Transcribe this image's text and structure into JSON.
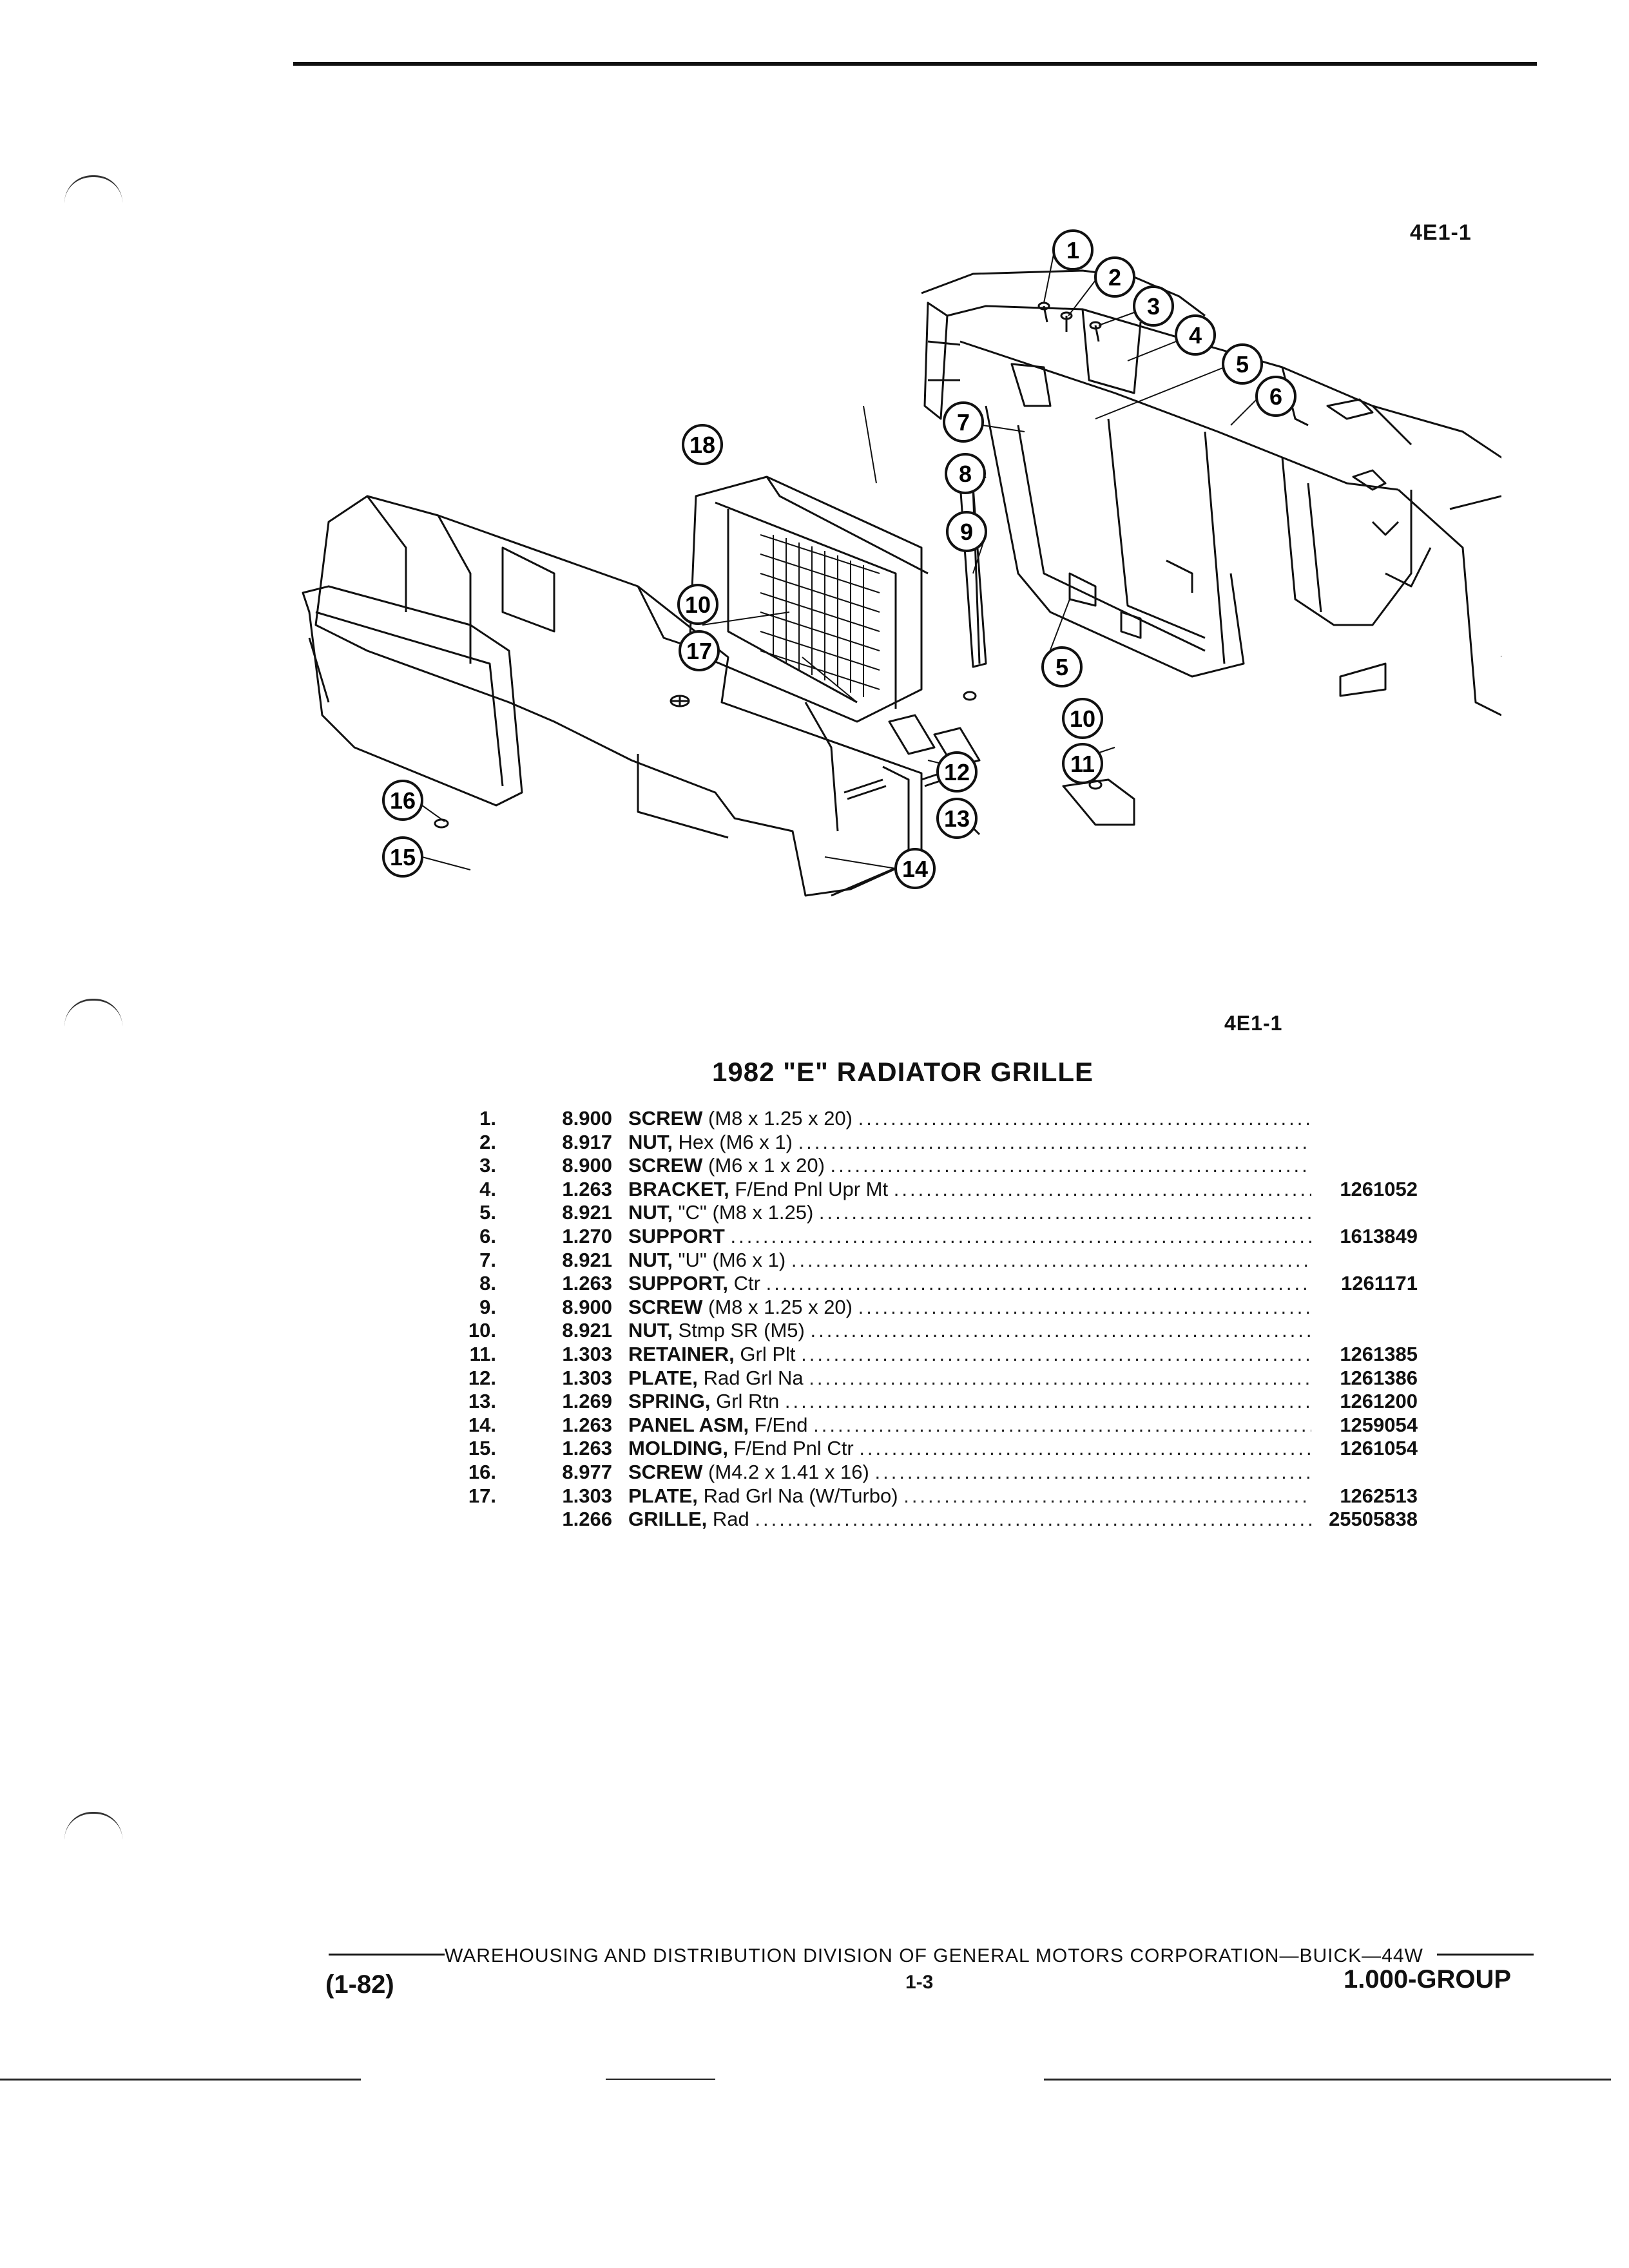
{
  "figure_ref_top": "4E1-1",
  "figure_ref_mid": "4E1-1",
  "title": "1982 \"E\" RADIATOR GRILLE",
  "callouts": [
    "1",
    "2",
    "3",
    "4",
    "5",
    "6",
    "7",
    "8",
    "9",
    "10",
    "5",
    "10",
    "11",
    "12",
    "13",
    "14",
    "15",
    "16",
    "17",
    "18"
  ],
  "parts": [
    {
      "num": "1.",
      "group": "8.900",
      "name": "SCREW",
      "desc": "(M8 x 1.25 x 20)",
      "part": ""
    },
    {
      "num": "2.",
      "group": "8.917",
      "name": "NUT,",
      "desc": "Hex (M6 x 1)",
      "part": ""
    },
    {
      "num": "3.",
      "group": "8.900",
      "name": "SCREW",
      "desc": "(M6 x 1 x 20)",
      "part": ""
    },
    {
      "num": "4.",
      "group": "1.263",
      "name": "BRACKET,",
      "desc": "F/End Pnl Upr Mt",
      "part": "1261052"
    },
    {
      "num": "5.",
      "group": "8.921",
      "name": "NUT,",
      "desc": "\"C\" (M8 x 1.25)",
      "part": ""
    },
    {
      "num": "6.",
      "group": "1.270",
      "name": "SUPPORT",
      "desc": "",
      "part": "1613849"
    },
    {
      "num": "7.",
      "group": "8.921",
      "name": "NUT,",
      "desc": "\"U\" (M6 x 1)",
      "part": ""
    },
    {
      "num": "8.",
      "group": "1.263",
      "name": "SUPPORT,",
      "desc": "Ctr",
      "part": "1261171"
    },
    {
      "num": "9.",
      "group": "8.900",
      "name": "SCREW",
      "desc": "(M8 x 1.25 x 20)",
      "part": ""
    },
    {
      "num": "10.",
      "group": "8.921",
      "name": "NUT,",
      "desc": "Stmp SR (M5)",
      "part": ""
    },
    {
      "num": "11.",
      "group": "1.303",
      "name": "RETAINER,",
      "desc": "Grl Plt",
      "part": "1261385"
    },
    {
      "num": "12.",
      "group": "1.303",
      "name": "PLATE,",
      "desc": "Rad Grl Na",
      "part": "1261386"
    },
    {
      "num": "13.",
      "group": "1.269",
      "name": "SPRING,",
      "desc": "Grl Rtn",
      "part": "1261200"
    },
    {
      "num": "14.",
      "group": "1.263",
      "name": "PANEL ASM,",
      "desc": "F/End",
      "part": "1259054"
    },
    {
      "num": "15.",
      "group": "1.263",
      "name": "MOLDING,",
      "desc": "F/End Pnl Ctr",
      "part": "1261054"
    },
    {
      "num": "16.",
      "group": "8.977",
      "name": "SCREW",
      "desc": "(M4.2 x 1.41 x 16)",
      "part": ""
    },
    {
      "num": "17.",
      "group": "1.303",
      "name": "PLATE,",
      "desc": "Rad Grl Na (W/Turbo)",
      "part": "1262513"
    },
    {
      "num": "",
      "group": "1.266",
      "name": "GRILLE,",
      "desc": "Rad",
      "part": "25505838"
    }
  ],
  "footer": {
    "division": "WAREHOUSING AND DISTRIBUTION  DIVISION OF GENERAL MOTORS CORPORATION—BUICK—44W",
    "date": "(1-82)",
    "page": "1-3",
    "group": "1.000-GROUP"
  }
}
